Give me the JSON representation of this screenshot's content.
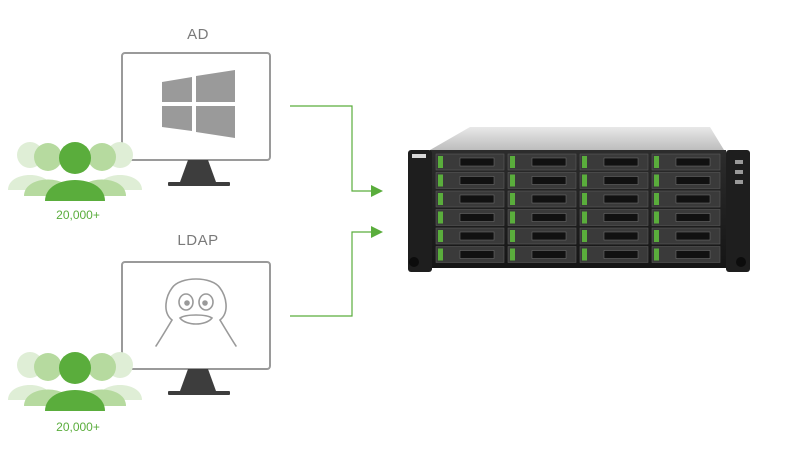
{
  "groups": [
    {
      "label": "AD",
      "count": "20,000+",
      "os_icon": "windows-logo-icon"
    },
    {
      "label": "LDAP",
      "count": "20,000+",
      "os_icon": "linux-tux-icon"
    }
  ],
  "colors": {
    "accent_green": "#5aad3c",
    "monitor_gray": "#9a9a9a",
    "label_gray": "#7a7a7a"
  },
  "target": {
    "icon": "rackmount-nas-server-icon"
  }
}
